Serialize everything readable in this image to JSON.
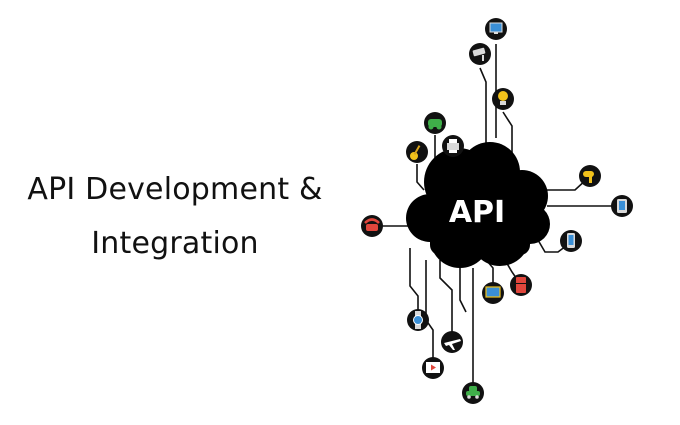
{
  "headline": {
    "line1": "API Development &",
    "line2": "Integration"
  },
  "cloud_label": "API",
  "colors": {
    "cloud": "#000000",
    "node_bg": "#111111",
    "line": "#111111",
    "icon_green": "#3fae49",
    "icon_yellow": "#f2c21b",
    "icon_red": "#e0463c",
    "icon_blue": "#3a8fd6",
    "icon_grey": "#d9d9d9"
  },
  "nodes": [
    {
      "id": "monitor",
      "icon": "monitor-icon"
    },
    {
      "id": "cctv",
      "icon": "security-camera-icon"
    },
    {
      "id": "bulb",
      "icon": "light-bulb-icon"
    },
    {
      "id": "gamepad",
      "icon": "gamepad-icon"
    },
    {
      "id": "printer",
      "icon": "printer-icon"
    },
    {
      "id": "guitar",
      "icon": "guitar-icon"
    },
    {
      "id": "hairdryer",
      "icon": "hair-dryer-icon"
    },
    {
      "id": "tablet",
      "icon": "tablet-icon"
    },
    {
      "id": "phone",
      "icon": "telephone-icon"
    },
    {
      "id": "mobile",
      "icon": "mobile-phone-icon"
    },
    {
      "id": "tv",
      "icon": "television-icon"
    },
    {
      "id": "fridge",
      "icon": "refrigerator-icon"
    },
    {
      "id": "watch",
      "icon": "smartwatch-icon"
    },
    {
      "id": "plane",
      "icon": "airplane-icon"
    },
    {
      "id": "video",
      "icon": "video-play-icon"
    },
    {
      "id": "car",
      "icon": "car-icon"
    }
  ]
}
